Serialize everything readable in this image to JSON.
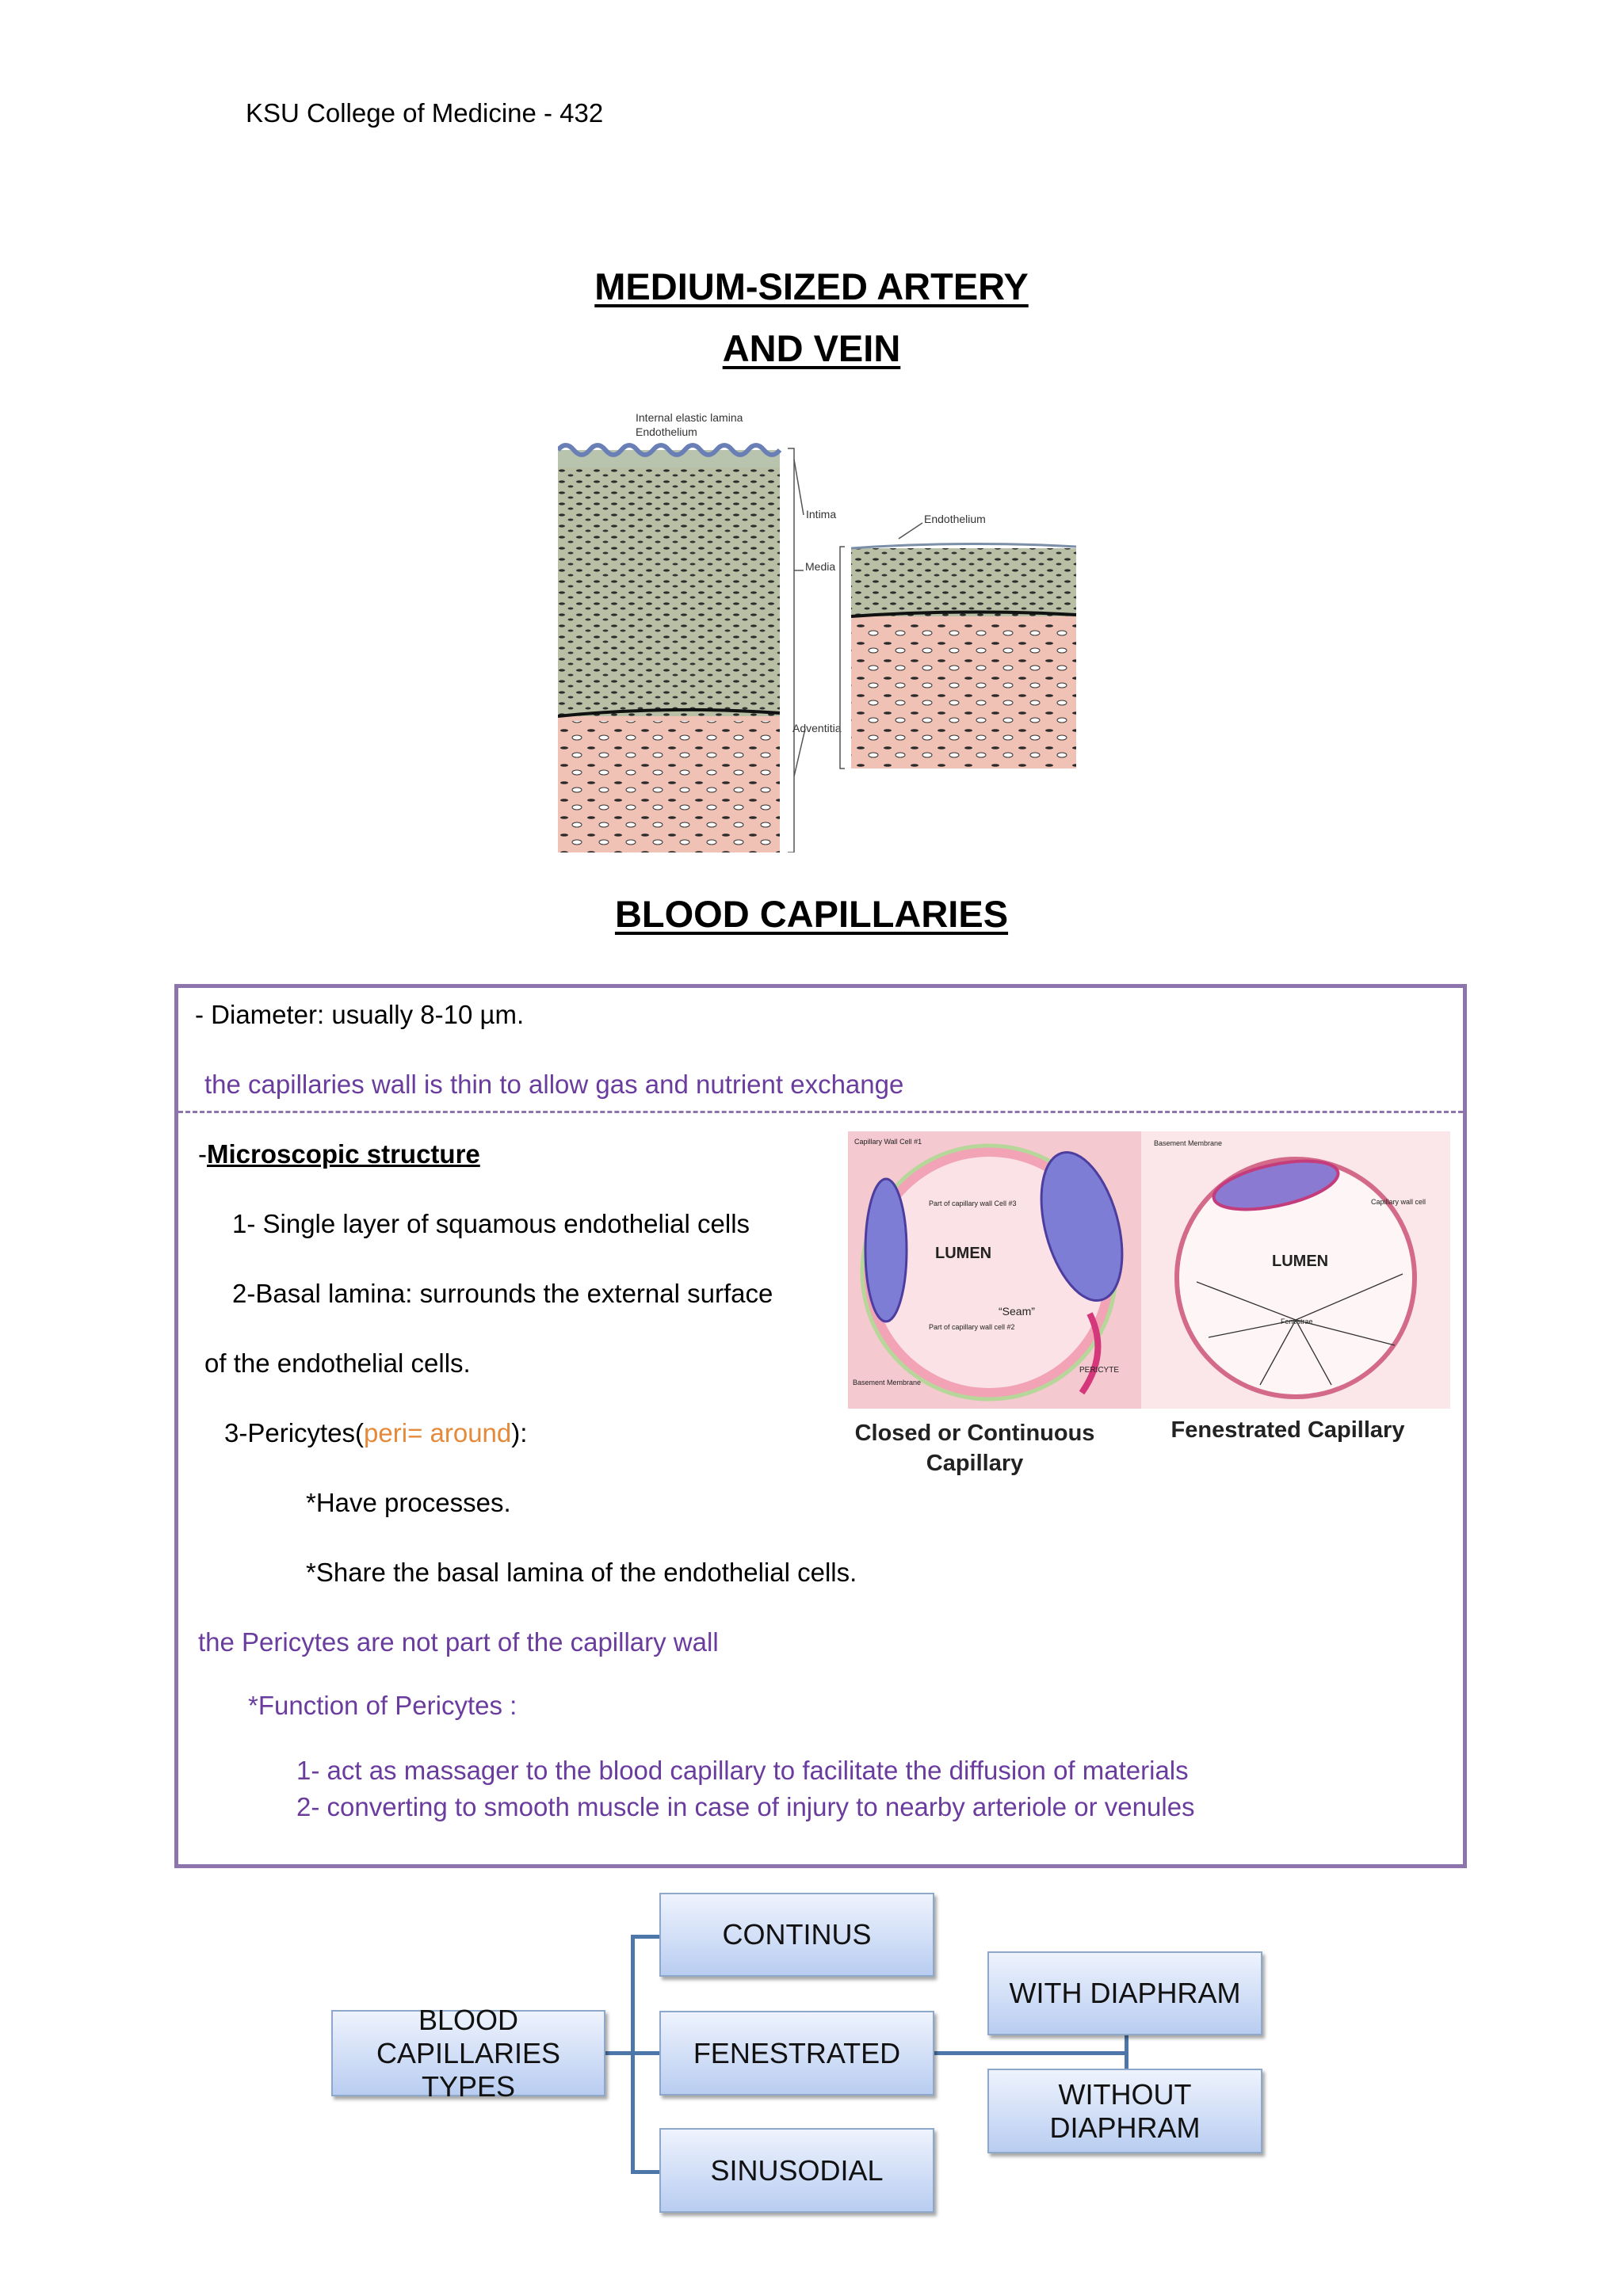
{
  "header": "KSU College of Medicine - 432",
  "section1": {
    "title_line1": "MEDIUM-SIZED ARTERY",
    "title_line2": "AND VEIN"
  },
  "figure1": {
    "labels": {
      "internal_elastic_lamina": "Internal elastic lamina",
      "endothelium": "Endothelium",
      "intima": "Intima",
      "media": "Media",
      "adventitia": "Adventitia",
      "endothelium_vein": "Endothelium"
    }
  },
  "section2": {
    "title": "BLOOD CAPILLARIES"
  },
  "box": {
    "diameter": "- Diameter: usually 8-10 µm.",
    "note_wall": "the capillaries wall is thin to allow gas and nutrient exchange",
    "micro_prefix": "-",
    "micro_heading": "Microscopic structure",
    "item1": "1- Single layer of squamous endothelial cells",
    "item2": "2-Basal lamina: surrounds the external surface",
    "item2_cont": "of the endothelial cells.",
    "item3_prefix": "3-Pericytes(",
    "item3_peri": "peri= around",
    "item3_suffix": "):",
    "sub1": "*Have processes.",
    "sub2": "*Share the basal lamina of the endothelial cells.",
    "note_pericytes": "the Pericytes are  not part of the capillary wall",
    "function_heading": "*Function of Pericytes :",
    "func1": "1- act as massager to the blood capillary  to facilitate the diffusion of materials",
    "func2": "2-  converting  to smooth muscle  in case of injury to nearby arteriole or venules"
  },
  "figure2": {
    "closed_caption_line1": "Closed or Continuous",
    "closed_caption_line2": "Capillary",
    "fenestrated_caption": "Fenestrated Capillary",
    "labels": {
      "capillary_wall_cell_1": "Capillary Wall Cell #1",
      "part_cell_3": "Part of capillary wall Cell #3",
      "lumen": "LUMEN",
      "seam": "“Seam”",
      "part_cell_2": "Part of capillary wall cell #2",
      "basement_membrane": "Basement Membrane",
      "pericyte": "PERICYTE",
      "basement_membrane_2": "Basement Membrane",
      "capillary_wall_cell": "Capillary wall cell",
      "lumen_2": "LUMEN",
      "fenestrae": "Fenestrae"
    }
  },
  "diagram": {
    "root": "BLOOD CAPILLARIES TYPES",
    "continus": "CONTINUS",
    "fenestrated": "FENESTRATED",
    "sinusodial": "SINUSODIAL",
    "with_diaphram": "WITH DIAPHRAM",
    "without_diaphram": "WITHOUT DIAPHRAM"
  }
}
